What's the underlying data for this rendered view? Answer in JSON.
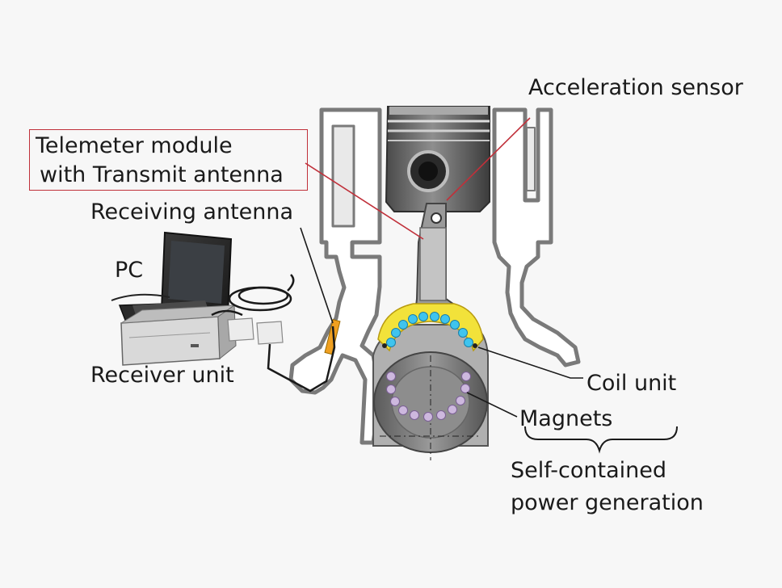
{
  "labels": {
    "acceleration_sensor": "Acceleration sensor",
    "telemeter_line1": "Telemeter module",
    "telemeter_line2": "with Transmit antenna",
    "receiving_antenna": "Receiving antenna",
    "pc": "PC",
    "receiver_unit": "Receiver unit",
    "coil_unit": "Coil unit",
    "magnets": "Magnets",
    "self_contained_line1": "Self-contained",
    "self_contained_line2": "power generation"
  },
  "colors": {
    "background": "#f7f7f7",
    "callout_red": "#c0303a",
    "coil_yellow": "#f2e23a",
    "coil_cyan": "#3fc4ee",
    "magnet_lilac": "#cdb8de",
    "antenna_orange": "#f0a020",
    "metal_gray": "#8a8a8a"
  }
}
